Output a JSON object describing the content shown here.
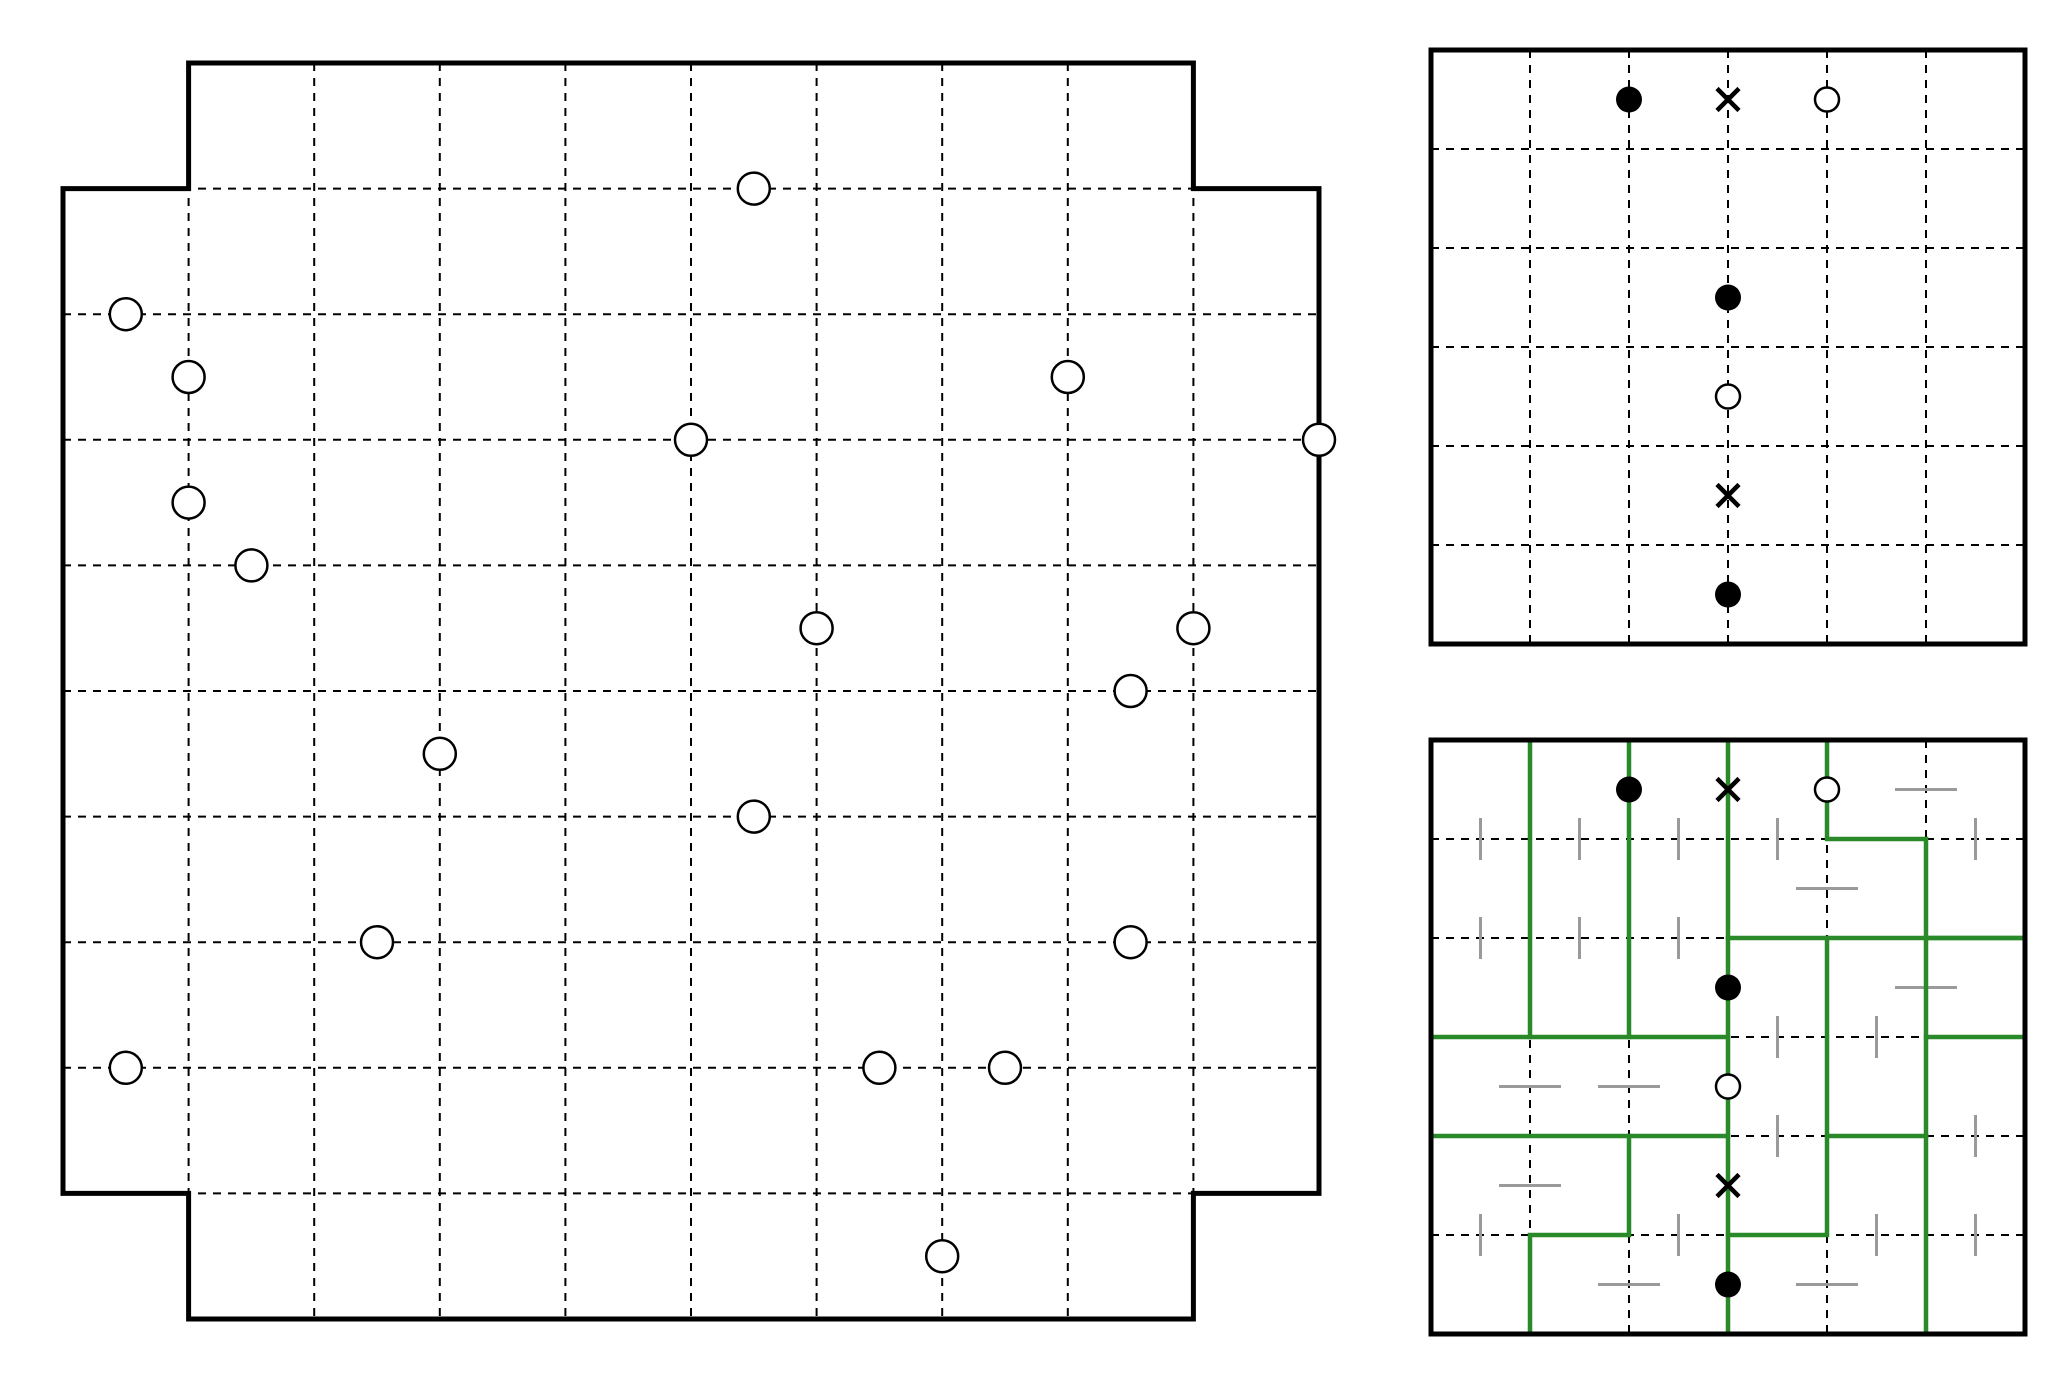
{
  "main_puzzle": {
    "rows": 10,
    "cols": 10,
    "shape": "10x10 grid with 1x1 corner notches",
    "clue_type": "white-circle",
    "clues": [
      [
        1,
        5.5
      ],
      [
        2,
        0.5
      ],
      [
        2.5,
        1
      ],
      [
        2.5,
        8
      ],
      [
        3,
        5
      ],
      [
        3,
        10
      ],
      [
        3.5,
        1
      ],
      [
        4,
        1.5
      ],
      [
        4.5,
        6
      ],
      [
        4.5,
        9
      ],
      [
        5,
        8.5
      ],
      [
        5.5,
        3
      ],
      [
        6,
        5.5
      ],
      [
        7,
        2.5
      ],
      [
        7,
        8.5
      ],
      [
        8,
        0.5
      ],
      [
        8,
        6.5
      ],
      [
        8,
        7.5
      ],
      [
        9.5,
        7
      ]
    ]
  },
  "example_puzzle": {
    "rows": 6,
    "cols": 6,
    "clues": [
      {
        "type": "black",
        "at": [
          0.5,
          2
        ]
      },
      {
        "type": "cross",
        "at": [
          0.5,
          3
        ]
      },
      {
        "type": "white",
        "at": [
          0.5,
          4
        ]
      },
      {
        "type": "black",
        "at": [
          2.5,
          3
        ]
      },
      {
        "type": "white",
        "at": [
          3.5,
          3
        ]
      },
      {
        "type": "cross",
        "at": [
          4.5,
          3
        ]
      },
      {
        "type": "black",
        "at": [
          5.5,
          3
        ]
      }
    ]
  },
  "example_solution": {
    "rows": 6,
    "cols": 6,
    "line_color": "#2a8a2a",
    "dash_color": "#9a9a9a",
    "walls": [
      [
        [
          1,
          0
        ],
        [
          1,
          3
        ]
      ],
      [
        [
          2,
          0
        ],
        [
          2,
          3
        ]
      ],
      [
        [
          3,
          0
        ],
        [
          3,
          6
        ]
      ],
      [
        [
          4,
          0
        ],
        [
          4,
          1
        ],
        [
          5,
          1
        ],
        [
          5,
          2
        ],
        [
          6,
          2
        ]
      ],
      [
        [
          0,
          3
        ],
        [
          3,
          3
        ]
      ],
      [
        [
          0,
          4
        ],
        [
          3,
          4
        ]
      ],
      [
        [
          3,
          2
        ],
        [
          6,
          2
        ]
      ],
      [
        [
          5,
          2
        ],
        [
          5,
          3
        ]
      ],
      [
        [
          1,
          6
        ],
        [
          1,
          5
        ],
        [
          2,
          5
        ],
        [
          2,
          4
        ]
      ],
      [
        [
          3,
          5
        ],
        [
          4,
          5
        ],
        [
          4,
          2
        ]
      ],
      [
        [
          4,
          4
        ],
        [
          5,
          4
        ]
      ],
      [
        [
          5,
          6
        ],
        [
          5,
          3
        ],
        [
          6,
          3
        ]
      ]
    ],
    "vertical_dashes": [
      [
        0.5,
        1
      ],
      [
        1.5,
        1
      ],
      [
        2.5,
        1
      ],
      [
        3.5,
        1
      ],
      [
        5.5,
        1
      ],
      [
        0.5,
        2
      ],
      [
        1.5,
        2
      ],
      [
        2.5,
        2
      ],
      [
        3.5,
        3
      ],
      [
        4.5,
        3
      ],
      [
        3.5,
        4
      ],
      [
        5.5,
        4
      ],
      [
        0.5,
        5
      ],
      [
        2.5,
        5
      ],
      [
        4.5,
        5
      ],
      [
        5.5,
        5
      ]
    ],
    "horizontal_dashes": [
      [
        5,
        0.5
      ],
      [
        4,
        1.5
      ],
      [
        5,
        2.5
      ],
      [
        1,
        3.5
      ],
      [
        2,
        3.5
      ],
      [
        1,
        4.5
      ],
      [
        2,
        5.5
      ],
      [
        4,
        5.5
      ]
    ],
    "clues": [
      {
        "type": "black",
        "at": [
          0.5,
          2
        ]
      },
      {
        "type": "cross",
        "at": [
          0.5,
          3
        ]
      },
      {
        "type": "white",
        "at": [
          0.5,
          4
        ]
      },
      {
        "type": "black",
        "at": [
          2.5,
          3
        ]
      },
      {
        "type": "white",
        "at": [
          3.5,
          3
        ]
      },
      {
        "type": "cross",
        "at": [
          4.5,
          3
        ]
      },
      {
        "type": "black",
        "at": [
          5.5,
          3
        ]
      }
    ]
  }
}
